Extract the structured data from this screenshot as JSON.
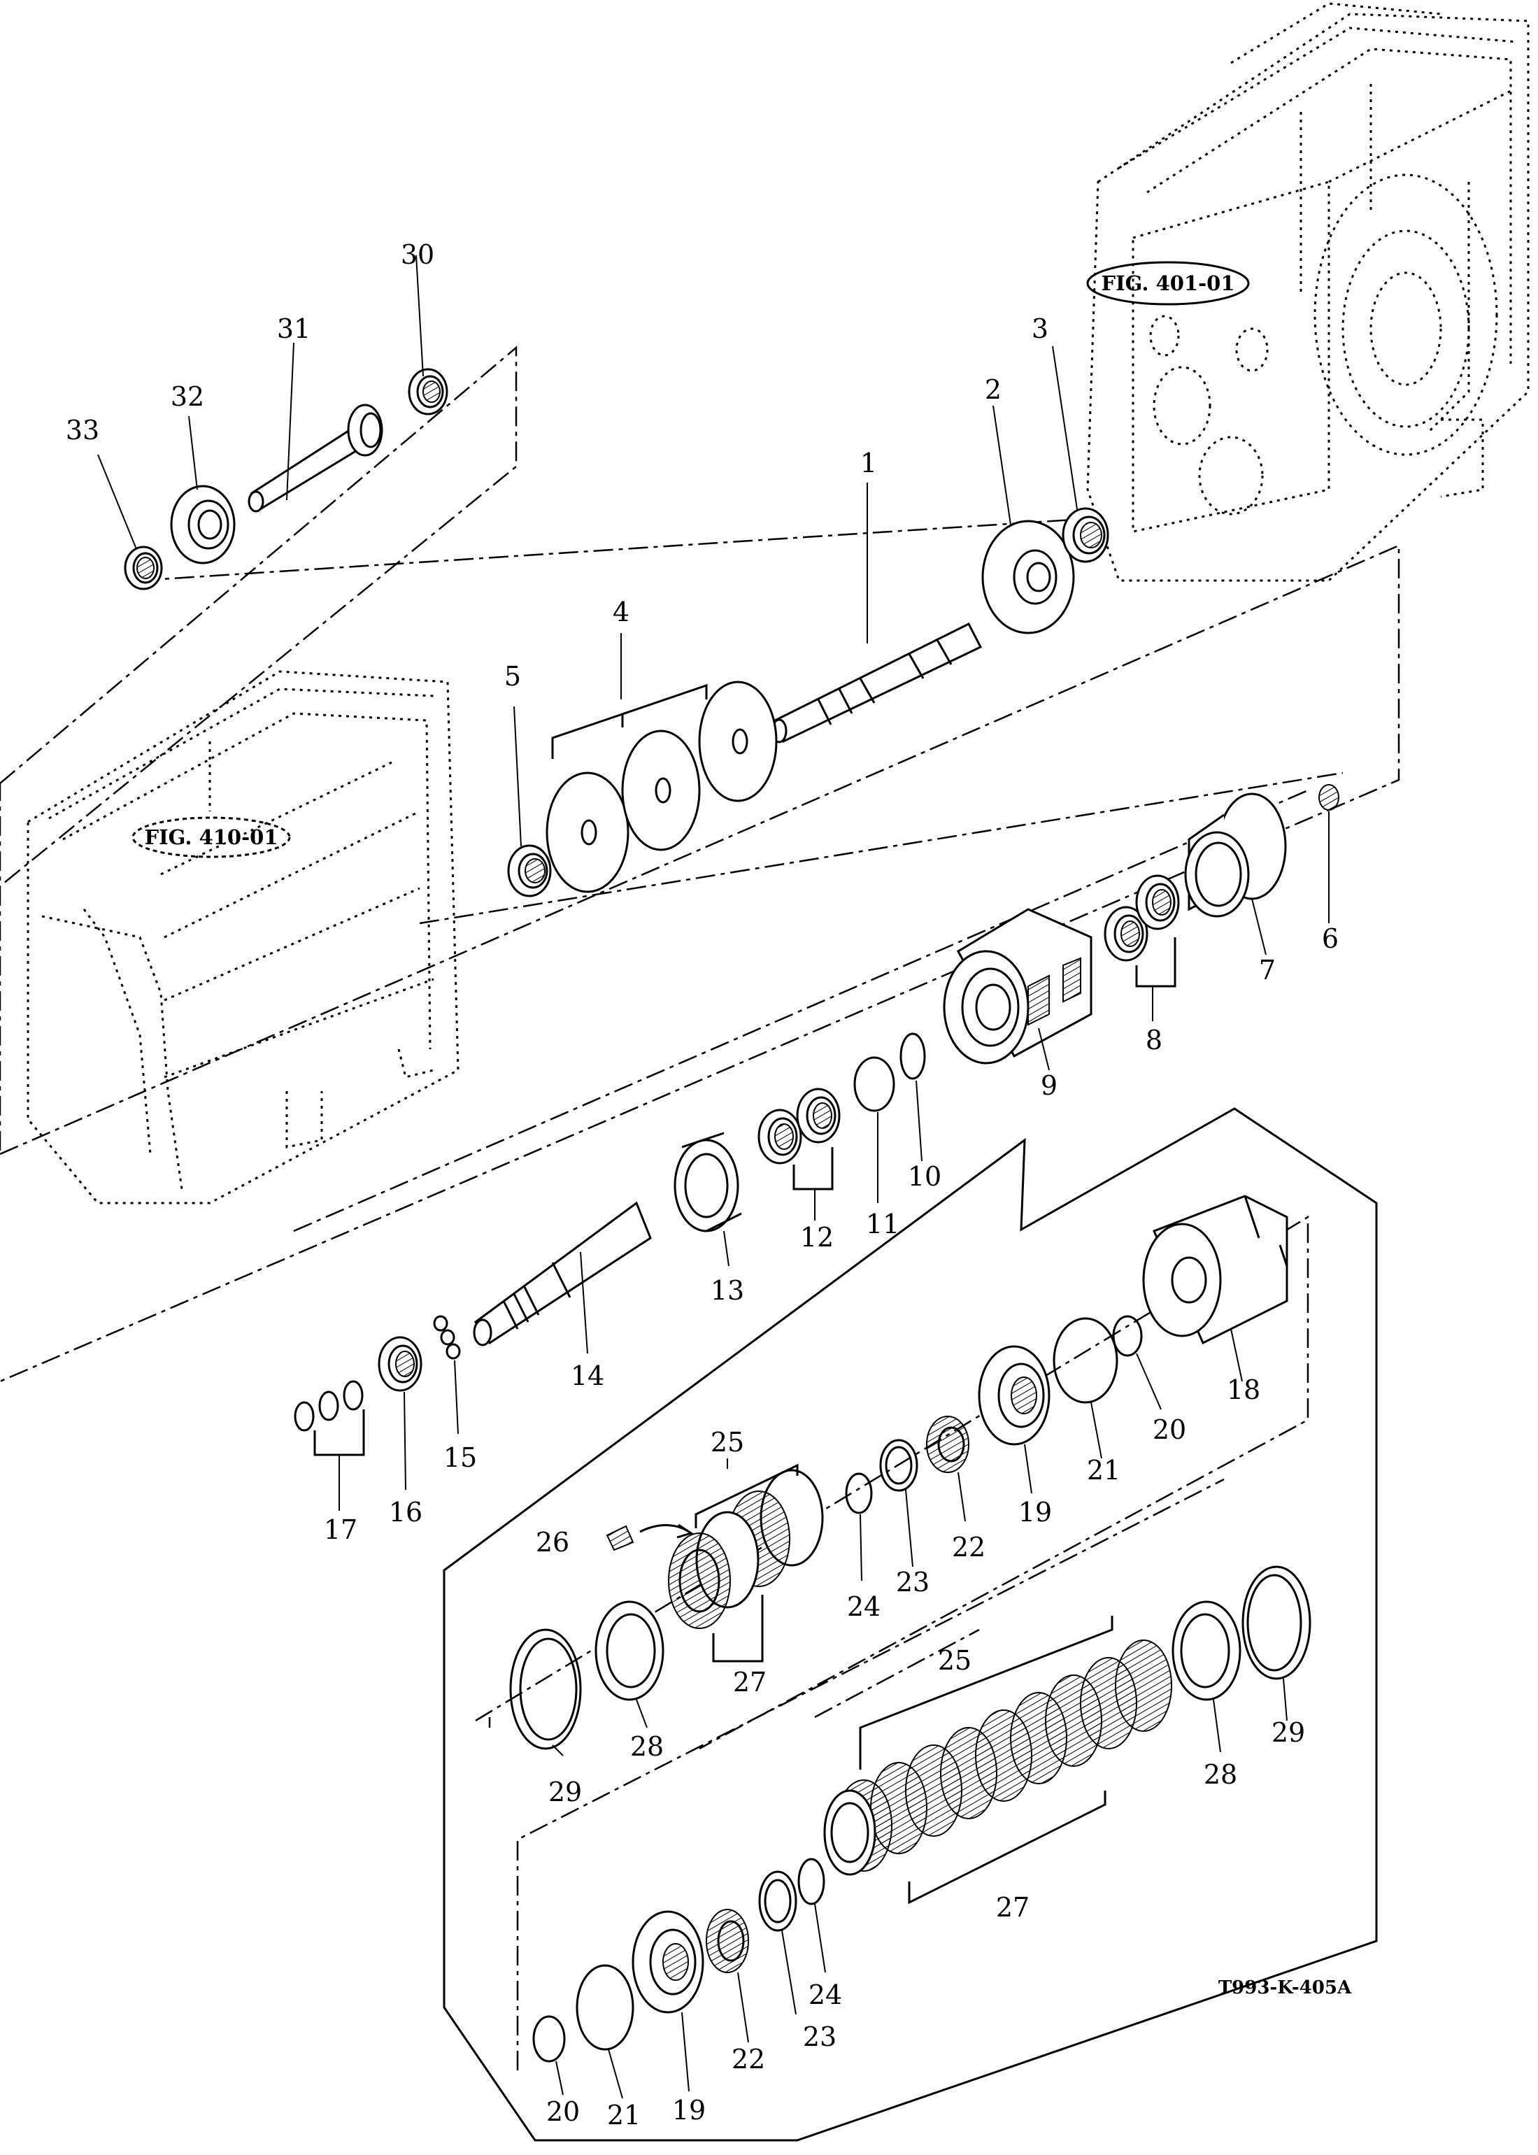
{
  "figure_code": "T993-K-405A",
  "references": {
    "upper_housing": "FIG. 401-01",
    "lower_housing": "FIG. 410-01"
  },
  "part_numbers": {
    "p1": "1",
    "p2": "2",
    "p3": "3",
    "p4": "4",
    "p5": "5",
    "p6": "6",
    "p7": "7",
    "p8": "8",
    "p9": "9",
    "p10": "10",
    "p11": "11",
    "p12": "12",
    "p13": "13",
    "p14": "14",
    "p15": "15",
    "p16": "16",
    "p17": "17",
    "p18": "18",
    "p19a": "19",
    "p19b": "19",
    "p20a": "20",
    "p20b": "20",
    "p21a": "21",
    "p21b": "21",
    "p22a": "22",
    "p22b": "22",
    "p23a": "23",
    "p23b": "23",
    "p24a": "24",
    "p24b": "24",
    "p25a": "25",
    "p25b": "25",
    "p26": "26",
    "p27a": "27",
    "p27b": "27",
    "p28a": "28",
    "p28b": "28",
    "p29a": "29",
    "p29b": "29",
    "p30": "30",
    "p31": "31",
    "p32": "32",
    "p33": "33"
  }
}
